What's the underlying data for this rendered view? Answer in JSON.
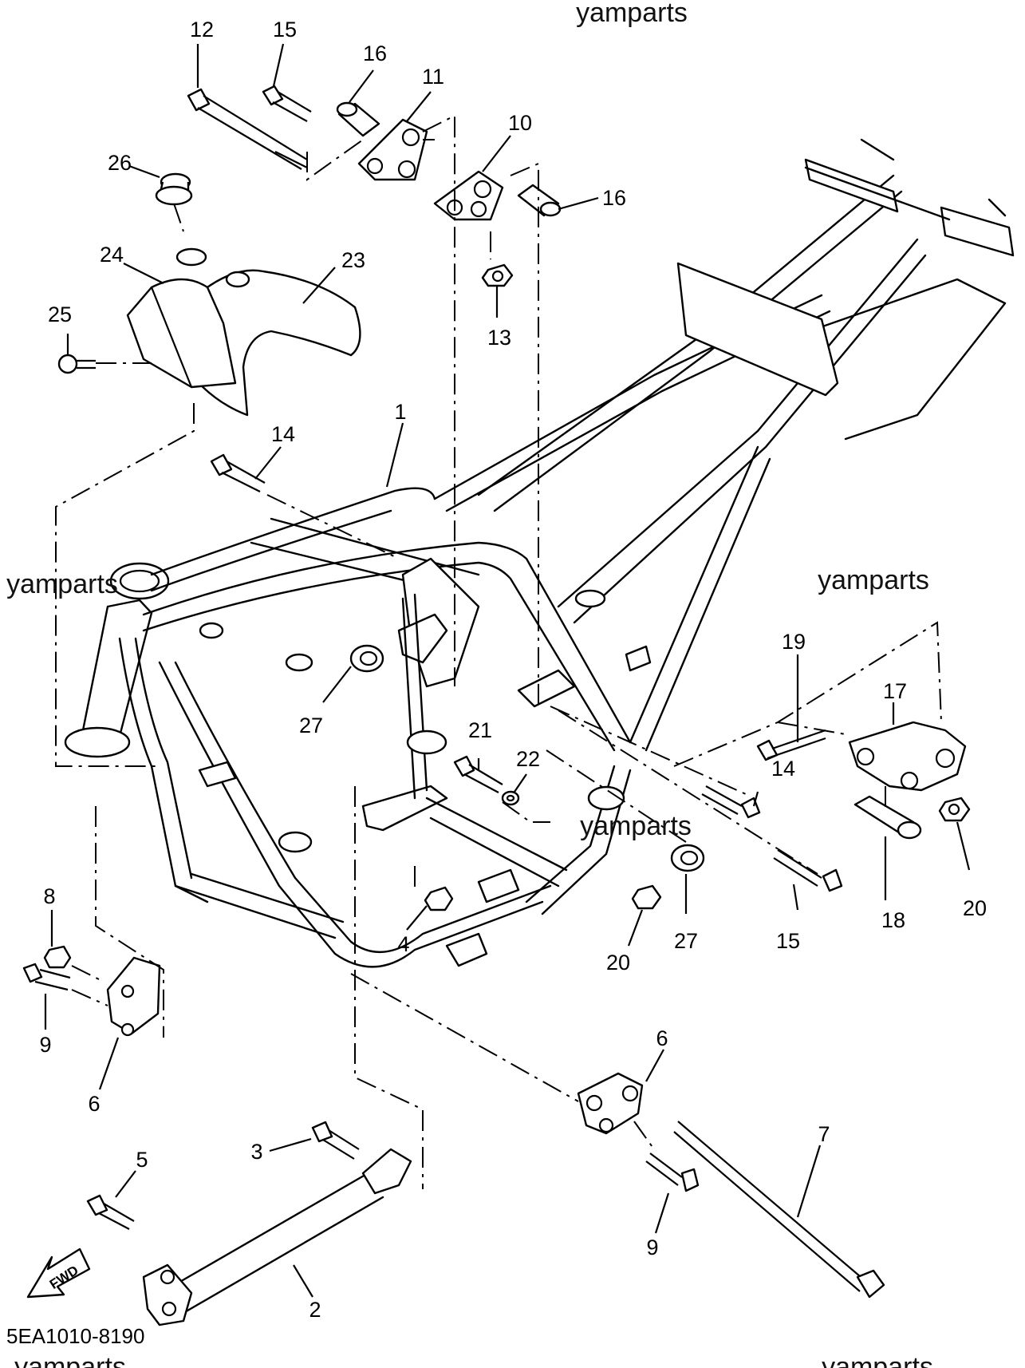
{
  "diagram": {
    "catalog_code": "5EA1010-8190",
    "fwd_label": "FWD",
    "watermarks": [
      "yamparts",
      "yamparts",
      "yamparts",
      "yamparts",
      "yamparts",
      "yamparts"
    ],
    "callouts": {
      "c1": "1",
      "c2": "2",
      "c3": "3",
      "c4": "4",
      "c5": "5",
      "c6a": "6",
      "c6b": "6",
      "c7": "7",
      "c8": "8",
      "c9a": "9",
      "c9b": "9",
      "c10": "10",
      "c11": "11",
      "c12": "12",
      "c13": "13",
      "c14a": "14",
      "c14b": "14",
      "c15a": "15",
      "c15b": "15",
      "c16a": "16",
      "c16b": "16",
      "c17": "17",
      "c18": "18",
      "c19": "19",
      "c20a": "20",
      "c20b": "20",
      "c21": "21",
      "c22": "22",
      "c23": "23",
      "c24": "24",
      "c25": "25",
      "c26": "26",
      "c27a": "27",
      "c27b": "27"
    }
  }
}
